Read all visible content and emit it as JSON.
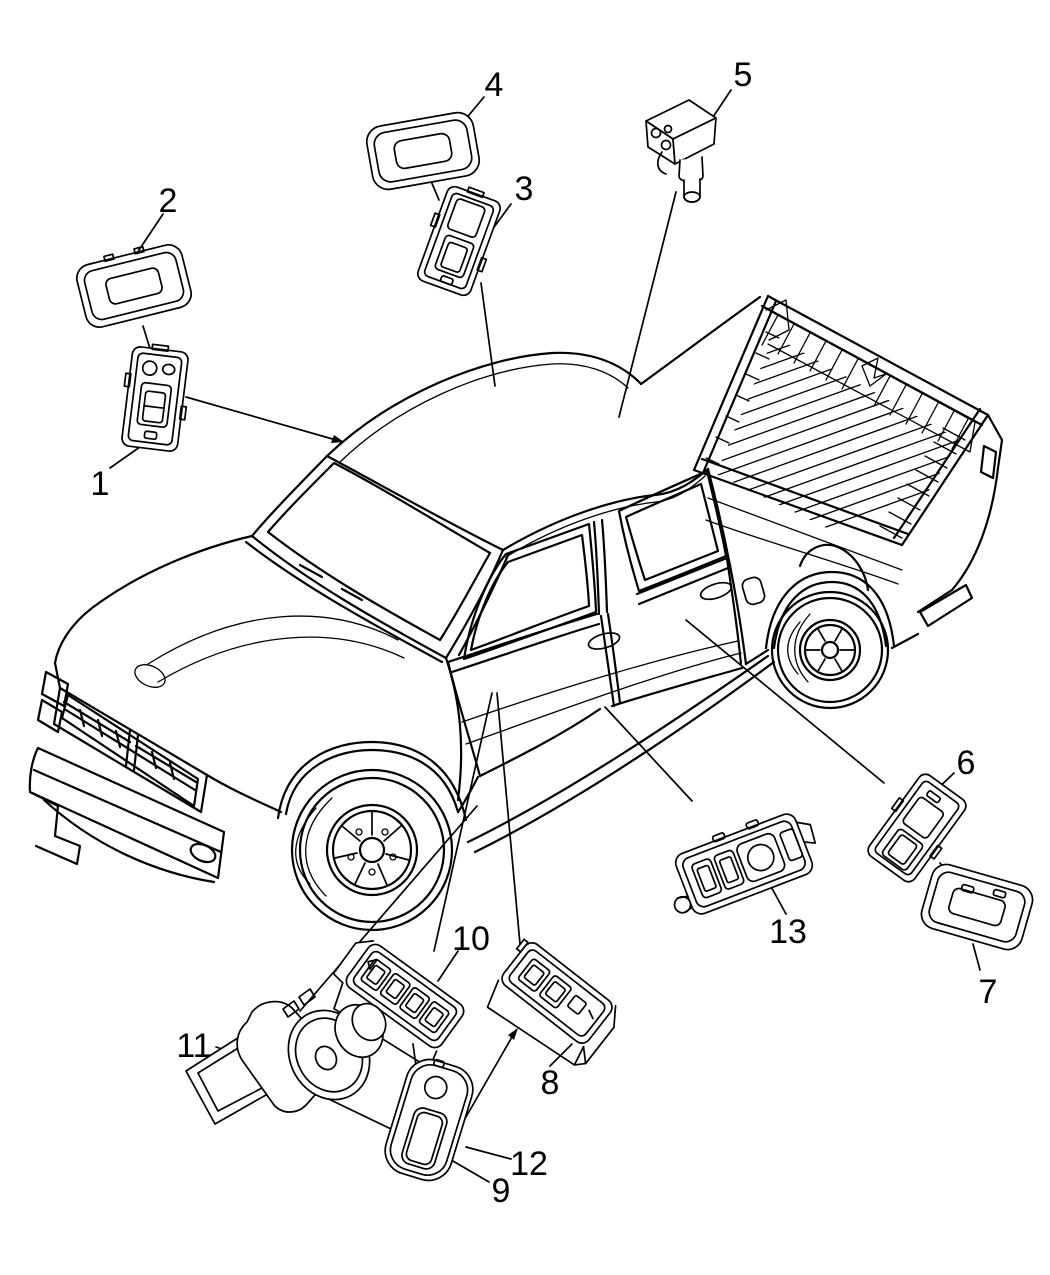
{
  "page": {
    "colors": {
      "line": "#000000",
      "label": "#000000",
      "background": "#ffffff"
    }
  },
  "callouts": {
    "c1": {
      "label": "1",
      "part": "power-window-switch-single"
    },
    "c2": {
      "label": "2",
      "part": "switch-bezel"
    },
    "c3": {
      "label": "3",
      "part": "power-window-switch-single"
    },
    "c4": {
      "label": "4",
      "part": "switch-bezel"
    },
    "c5": {
      "label": "5",
      "part": "switch-with-connector"
    },
    "c6": {
      "label": "6",
      "part": "power-window-switch-single"
    },
    "c7": {
      "label": "7",
      "part": "switch-bezel"
    },
    "c8": {
      "label": "8",
      "part": "power-window-switch-bank"
    },
    "c9": {
      "label": "9",
      "part": "switch-bezel-plate"
    },
    "c10": {
      "label": "10",
      "part": "master-window-switch-bank"
    },
    "c11": {
      "label": "11",
      "part": "round-switch-with-plunger"
    },
    "c12": {
      "label": "12",
      "part": "switch-bezel-trim-ring"
    },
    "c13": {
      "label": "13",
      "part": "multi-switch-panel"
    }
  }
}
